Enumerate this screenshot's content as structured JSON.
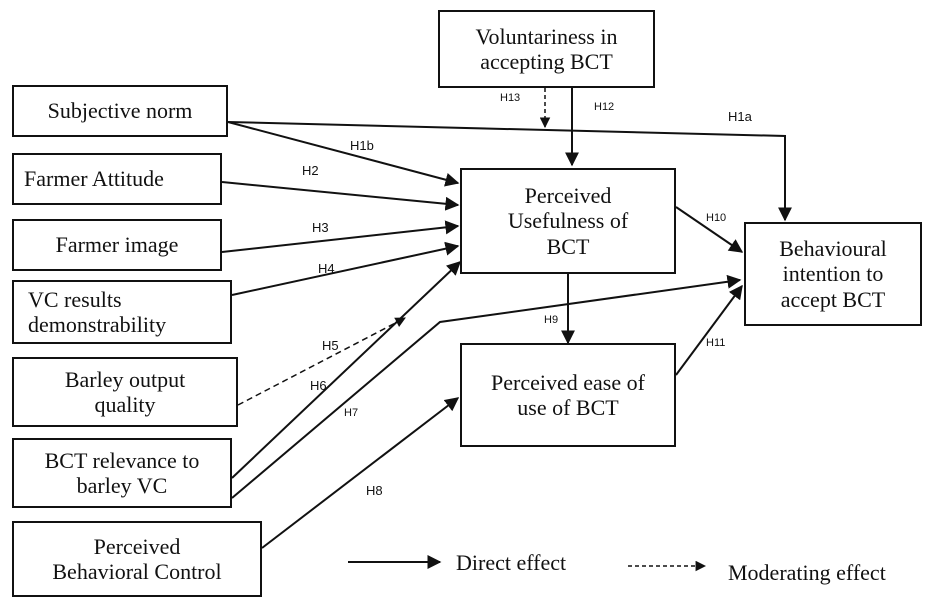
{
  "boxes": {
    "voluntariness": "Voluntariness in\naccepting BCT",
    "subjective_norm": "Subjective norm",
    "farmer_attitude": "Farmer Attitude",
    "farmer_image": "Farmer image",
    "vc_results": "VC results\ndemonstrability",
    "barley_output": "Barley output\nquality",
    "bct_relevance": "BCT relevance to\nbarley VC",
    "perceived_behavioral_control": "Perceived\nBehavioral Control",
    "perceived_usefulness": "Perceived\nUsefulness of\nBCT",
    "perceived_ease": "Perceived ease of\nuse of BCT",
    "behavioural_intention": "Behavioural\nintention to\naccept BCT"
  },
  "hypotheses": {
    "h1a": "H1a",
    "h1b": "H1b",
    "h2": "H2",
    "h3": "H3",
    "h4": "H4",
    "h5": "H5",
    "h6": "H6",
    "h7": "H7",
    "h8": "H8",
    "h9": "H9",
    "h10": "H10",
    "h11": "H11",
    "h12": "H12",
    "h13": "H13"
  },
  "legend": {
    "direct": "Direct effect",
    "moderating": "Moderating effect"
  }
}
